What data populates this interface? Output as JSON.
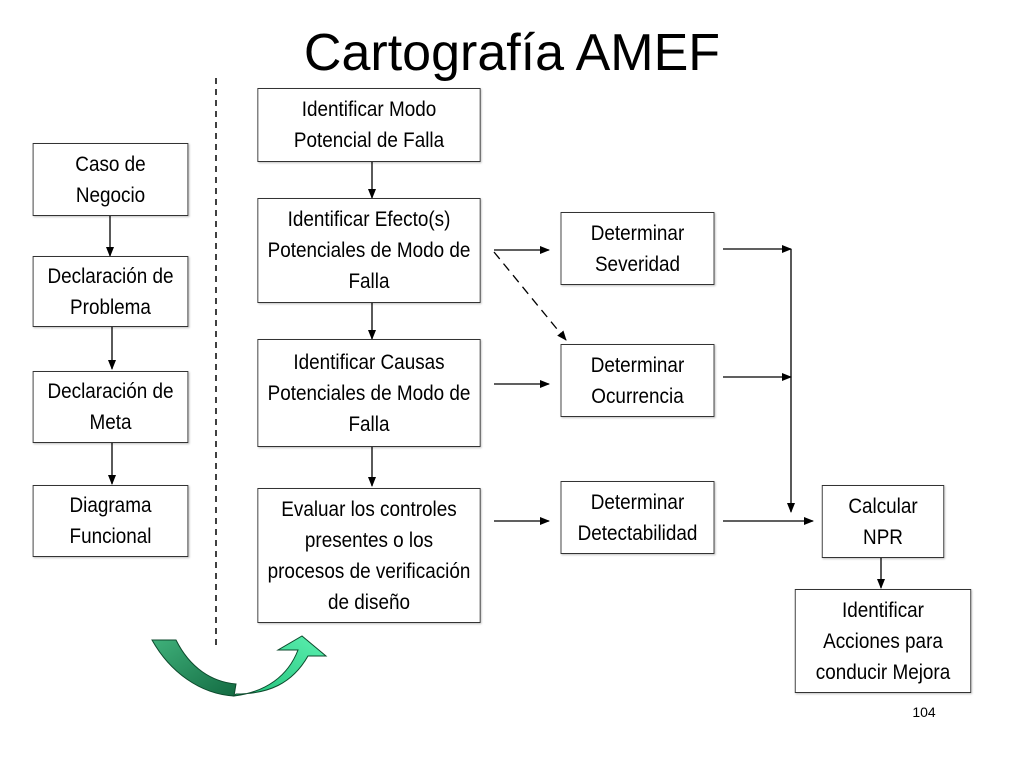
{
  "title": "Cartografía AMEF",
  "left_column": [
    {
      "id": "caso",
      "label": "Caso de\nNegocio"
    },
    {
      "id": "declaracion-problema",
      "label": "Declaración de\nProblema"
    },
    {
      "id": "declaracion-meta",
      "label": "Declaración de\nMeta"
    },
    {
      "id": "diagrama",
      "label": "Diagrama\nFuncional"
    }
  ],
  "center_column": [
    {
      "id": "modo",
      "label": "Identificar Modo\nPotencial de Falla"
    },
    {
      "id": "efectos",
      "label": "Identificar Efecto(s)\nPotenciales de Modo de\nFalla"
    },
    {
      "id": "causas",
      "label": "Identificar Causas\nPotenciales de Modo de\nFalla"
    },
    {
      "id": "controles",
      "label": "Evaluar los controles\npresentes o los\nprocesos de verificación\nde diseño"
    }
  ],
  "right_column": [
    {
      "id": "severidad",
      "label": "Determinar\nSeveridad"
    },
    {
      "id": "ocurrencia",
      "label": "Determinar\nOcurrencia"
    },
    {
      "id": "detectabilidad",
      "label": "Determinar\nDetectabilidad"
    }
  ],
  "far_right": [
    {
      "id": "npr",
      "label": "Calcular\nNPR"
    },
    {
      "id": "acciones",
      "label": "Identificar\nAcciones para\nconducir Mejora"
    }
  ],
  "page_number": "104",
  "colors": {
    "arrow_dark": "#1f8c5a",
    "arrow_light": "#2fd08a",
    "line": "#000000"
  }
}
